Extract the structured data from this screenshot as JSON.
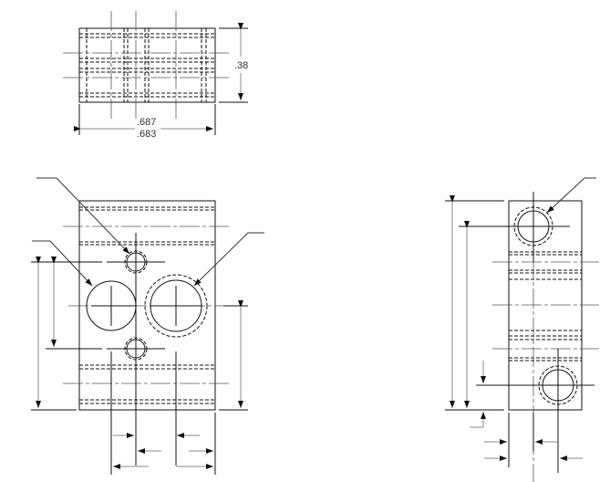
{
  "drawing": {
    "type": "engineering-drawing",
    "views": [
      {
        "name": "top-view",
        "dimensions": {
          "height": ".38",
          "width_max": ".687",
          "width_min": ".683"
        }
      },
      {
        "name": "front-view",
        "features": [
          "small-hole-top",
          "large-hole-left",
          "large-counterbored-hole-right",
          "small-hole-bottom"
        ]
      },
      {
        "name": "side-view",
        "features": [
          "counterbored-hole-top",
          "counterbored-hole-bottom"
        ]
      }
    ]
  },
  "labels": {
    "top_height": ".38",
    "top_width_upper": ".687",
    "top_width_lower": ".683"
  },
  "colors": {
    "line": "#111111",
    "dimension": "#888888",
    "background": "#ffffff"
  }
}
